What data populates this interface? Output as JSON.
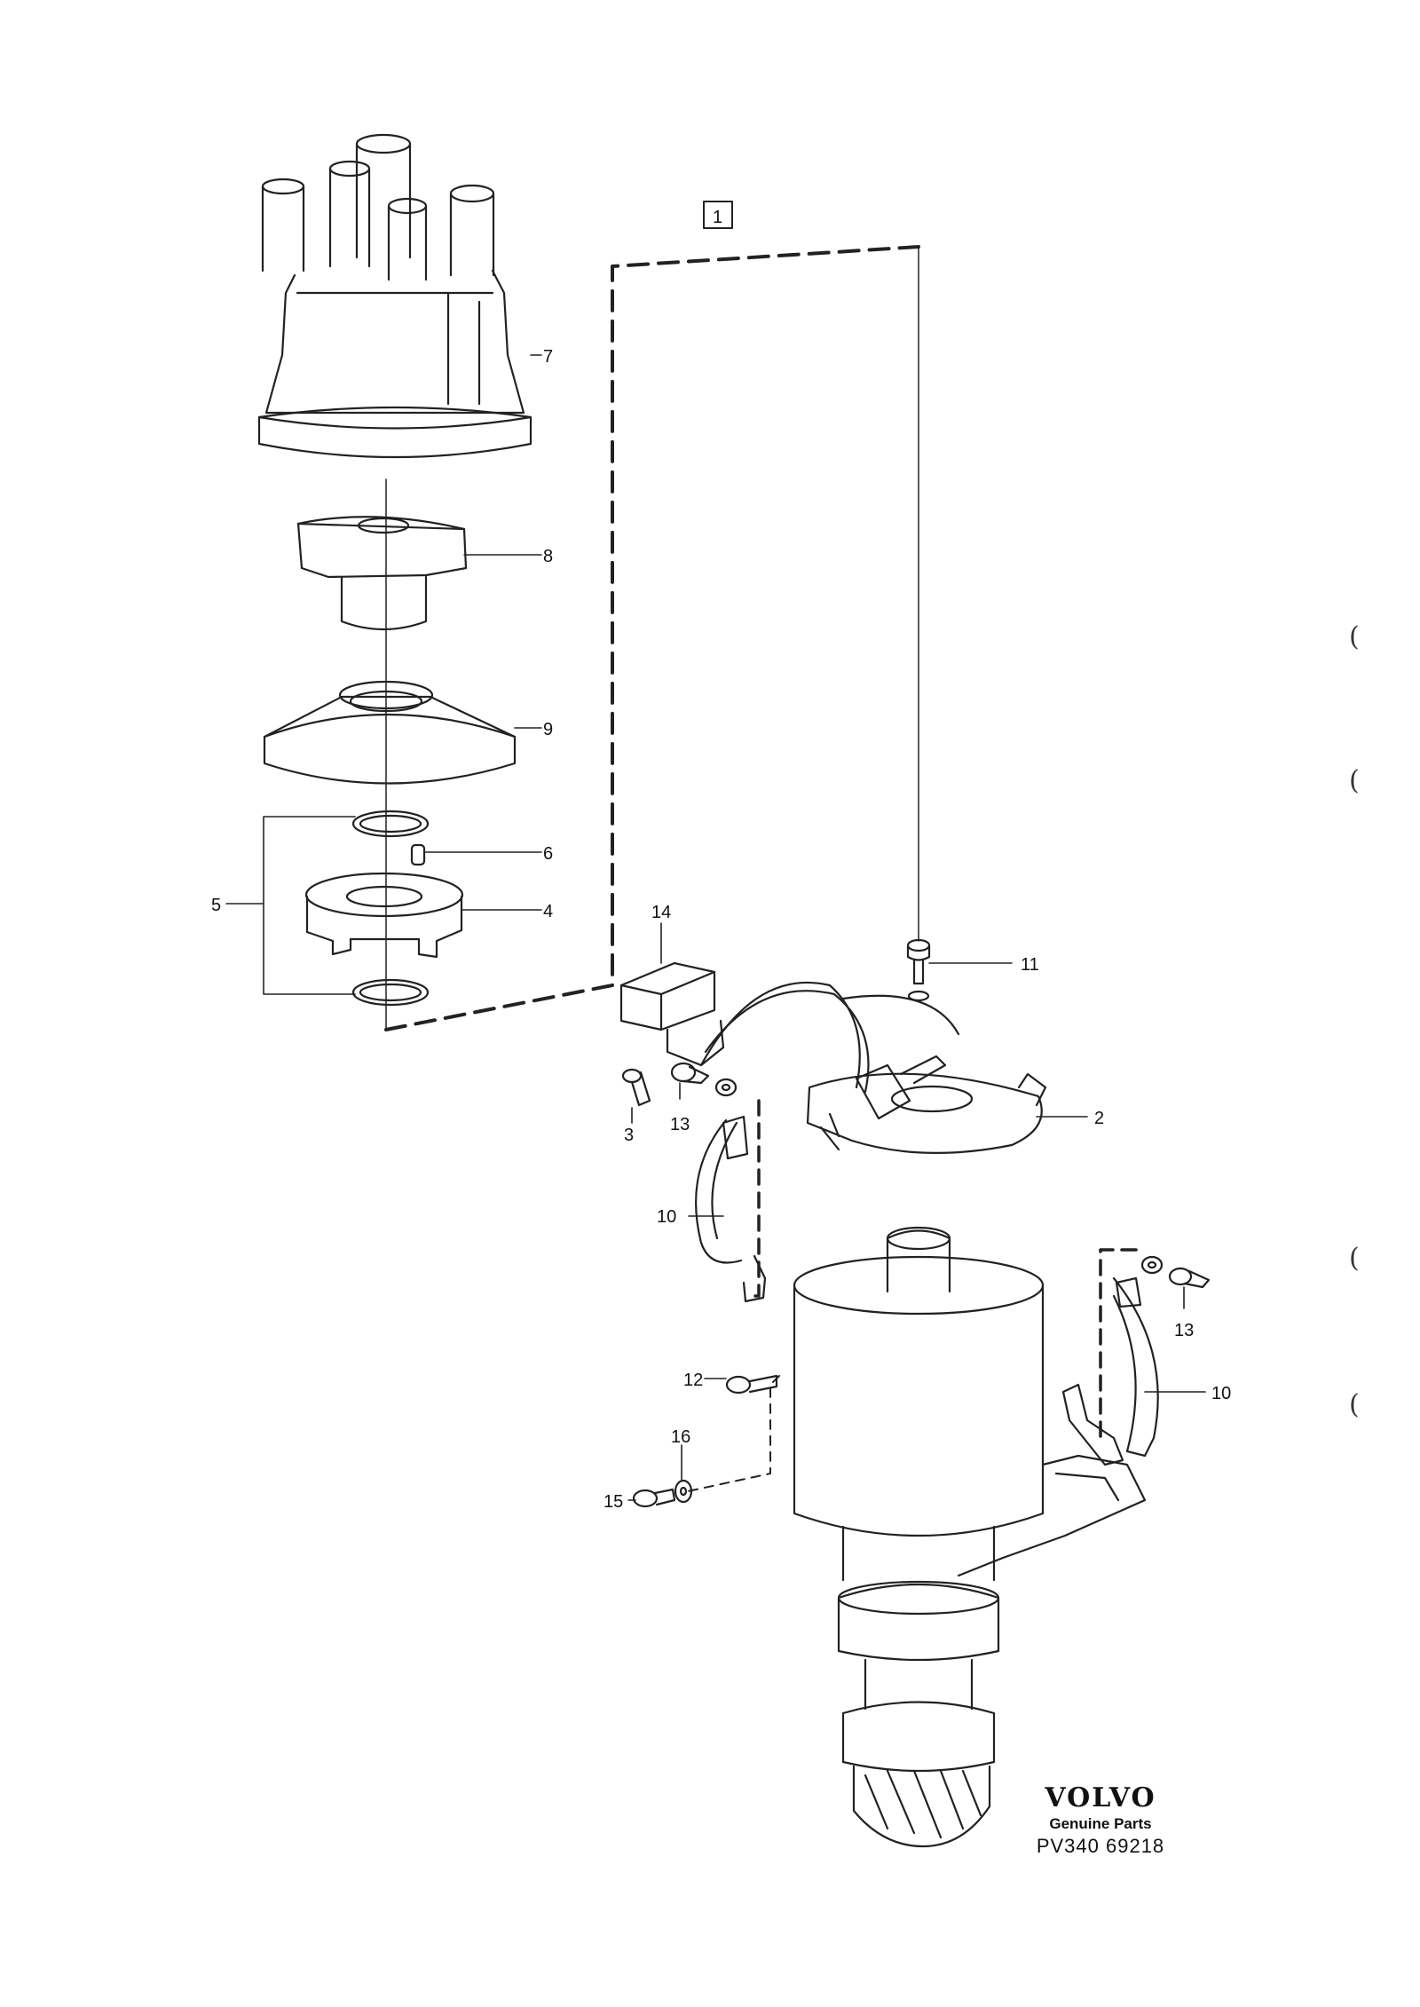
{
  "group_label": "1",
  "callouts": {
    "c2": "2",
    "c3": "3",
    "c4": "4",
    "c5": "5",
    "c6": "6",
    "c7": "7",
    "c8": "8",
    "c9": "9",
    "c10a": "10",
    "c10b": "10",
    "c11": "11",
    "c12": "12",
    "c13a": "13",
    "c13b": "13",
    "c14": "14",
    "c15": "15",
    "c16": "16"
  },
  "brand": {
    "logo": "VOLVO",
    "subtitle": "Genuine Parts",
    "code": "PV340 69218"
  },
  "margin_marks": [
    "(",
    "(",
    "(",
    "("
  ]
}
